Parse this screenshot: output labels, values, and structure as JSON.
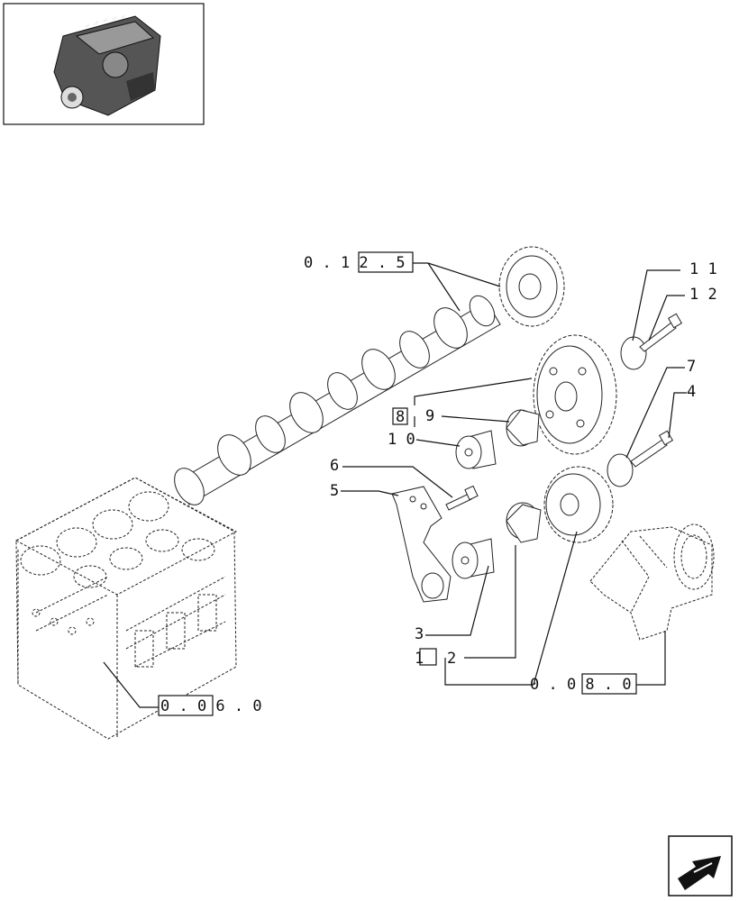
{
  "thumbnail": {
    "icon": "engine-thumbnail-icon"
  },
  "references": {
    "ref_0125": "0 . 1 2 . 5",
    "ref_0060": "0 . 0 6 . 0",
    "ref_0080": "0 . 0 8 . 0"
  },
  "callouts": {
    "c1": "1",
    "c2": "2",
    "c3": "3",
    "c4": "4",
    "c5": "5",
    "c6": "6",
    "c7": "7",
    "c8": "8",
    "c9": "9",
    "c10": "1 0",
    "c11": "1 1",
    "c12": "1 2"
  },
  "nav": {
    "icon": "next-page-arrow-icon"
  }
}
